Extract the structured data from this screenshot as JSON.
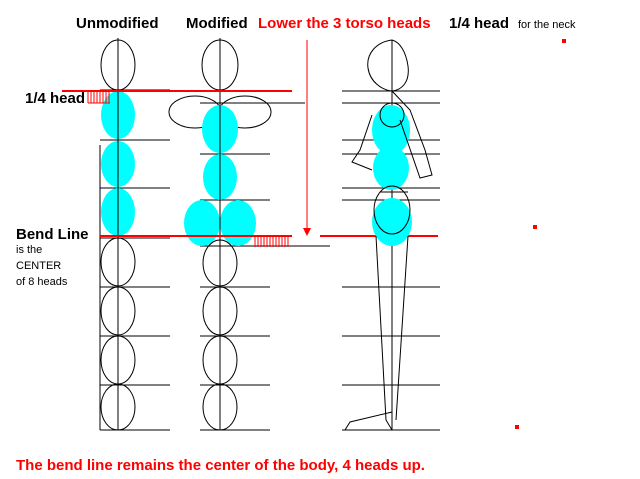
{
  "labels": {
    "unmodified": "Unmodified",
    "modified": "Modified",
    "lower_torso": "Lower the 3 torso heads",
    "quarter_head_neck": "1/4 head",
    "for_the_neck": "for the neck",
    "quarter_head_left": "1/4 head",
    "bend_line": "Bend Line",
    "is_the": "is the",
    "center": "CENTER",
    "of_8_heads": "of 8 heads",
    "caption": "The bend line remains the center of the body, 4 heads up."
  },
  "colors": {
    "accent_red": "#ff0000",
    "torso_fill": "#00ffff",
    "line": "#000000",
    "background": "#ffffff"
  }
}
